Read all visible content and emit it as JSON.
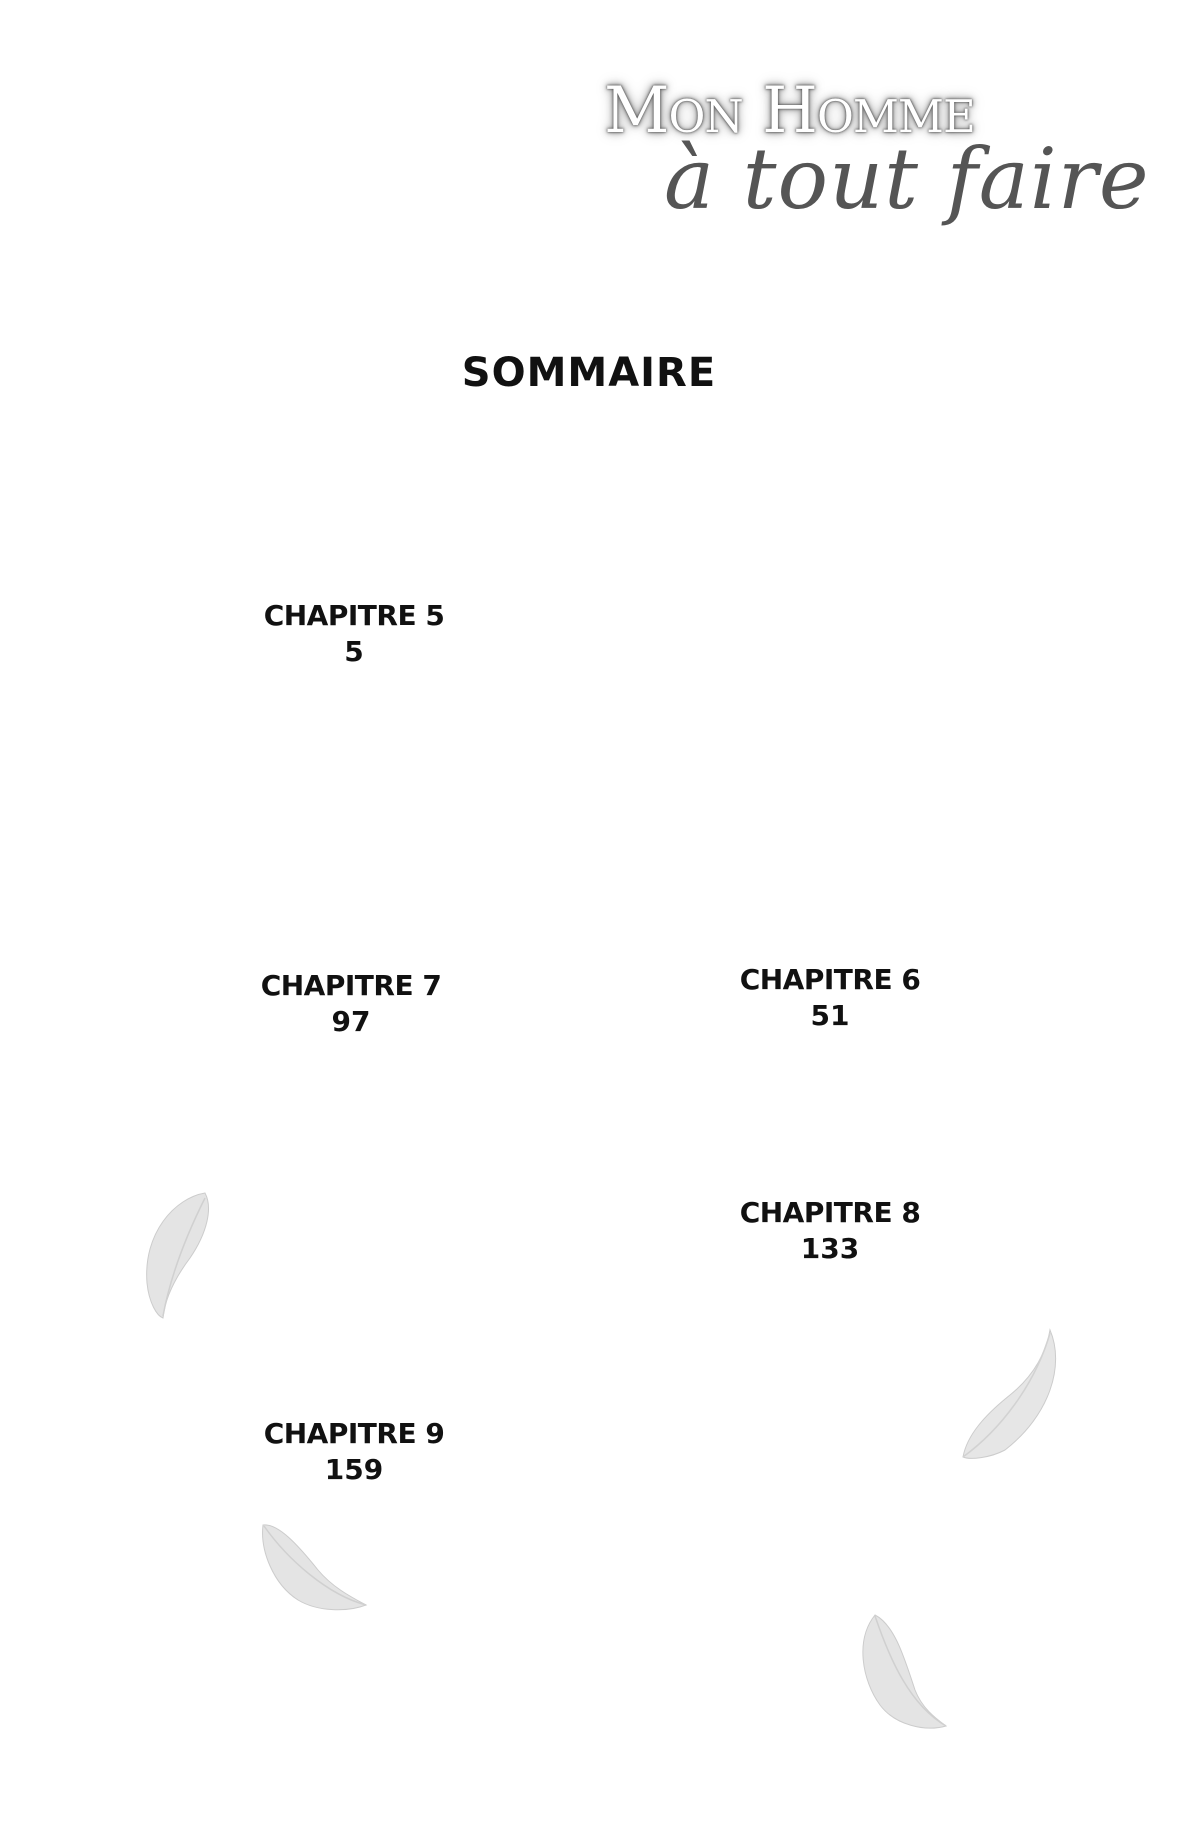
{
  "logo": {
    "line1": "Mon Homme",
    "line2": "à tout faire"
  },
  "heading": "SOMMAIRE",
  "chapters": [
    {
      "label": "CHAPITRE 5",
      "page": "5"
    },
    {
      "label": "CHAPITRE 6",
      "page": "51"
    },
    {
      "label": "CHAPITRE 7",
      "page": "97"
    },
    {
      "label": "CHAPITRE 8",
      "page": "133"
    },
    {
      "label": "CHAPITRE 9",
      "page": "159"
    }
  ]
}
